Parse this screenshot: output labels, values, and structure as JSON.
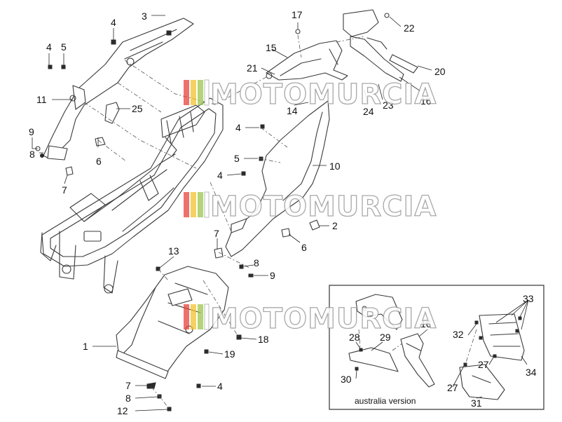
{
  "callouts": {
    "c3": "3",
    "c4a": "4",
    "c4b": "4",
    "c5a": "5",
    "c11": "11",
    "c9a": "9",
    "c8a": "8",
    "c6a": "6",
    "c7a": "7",
    "c25": "25",
    "c17": "17",
    "c15": "15",
    "c21": "21",
    "c14": "14",
    "c4c": "4",
    "c5b": "5",
    "c4d": "4",
    "c10": "10",
    "c22": "22",
    "c20": "20",
    "c16a": "16",
    "c23": "23",
    "c24": "24",
    "c2": "2",
    "c6b": "6",
    "c7b": "7",
    "c8b": "8",
    "c9b": "9",
    "c13": "13",
    "c1": "1",
    "c18": "18",
    "c19": "19",
    "c7c": "7",
    "c8c": "8",
    "c12": "12",
    "c4e": "4",
    "c16b": "16",
    "c28": "28",
    "c29": "29",
    "c30": "30",
    "c33": "33",
    "c32": "32",
    "c27a": "27",
    "c34": "34",
    "c27b": "27",
    "c31": "31"
  },
  "inset": {
    "caption": "australia version"
  },
  "watermark": {
    "text": "MOTOMURCIA",
    "stripe_colors": [
      "#e8423b",
      "#f3c22c",
      "#9cc64b",
      "#ffffff"
    ]
  }
}
